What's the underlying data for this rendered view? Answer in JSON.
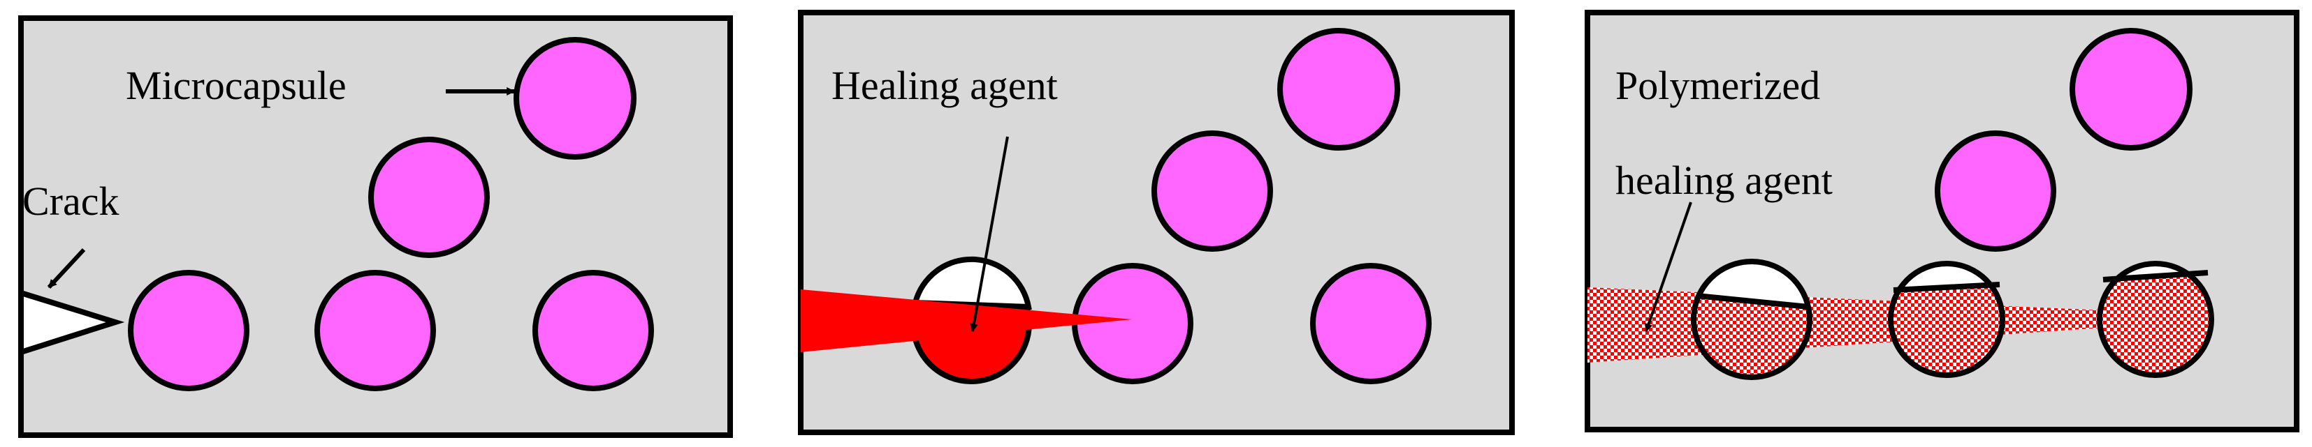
{
  "colors": {
    "background": "#d9d9d9",
    "border": "#000000",
    "capsule": "#ff66ff",
    "healing_agent": "#ff0000",
    "polymerized": "#ff0000",
    "empty_cavity": "#ffffff"
  },
  "panels": [
    {
      "id": "intact",
      "labels": {
        "capsule": "Microcapsule",
        "crack": "Crack"
      }
    },
    {
      "id": "release",
      "labels": {
        "agent": "Healing agent"
      }
    },
    {
      "id": "polymerized",
      "labels": {
        "line1": "Polymerized",
        "line2": "healing agent"
      }
    }
  ]
}
